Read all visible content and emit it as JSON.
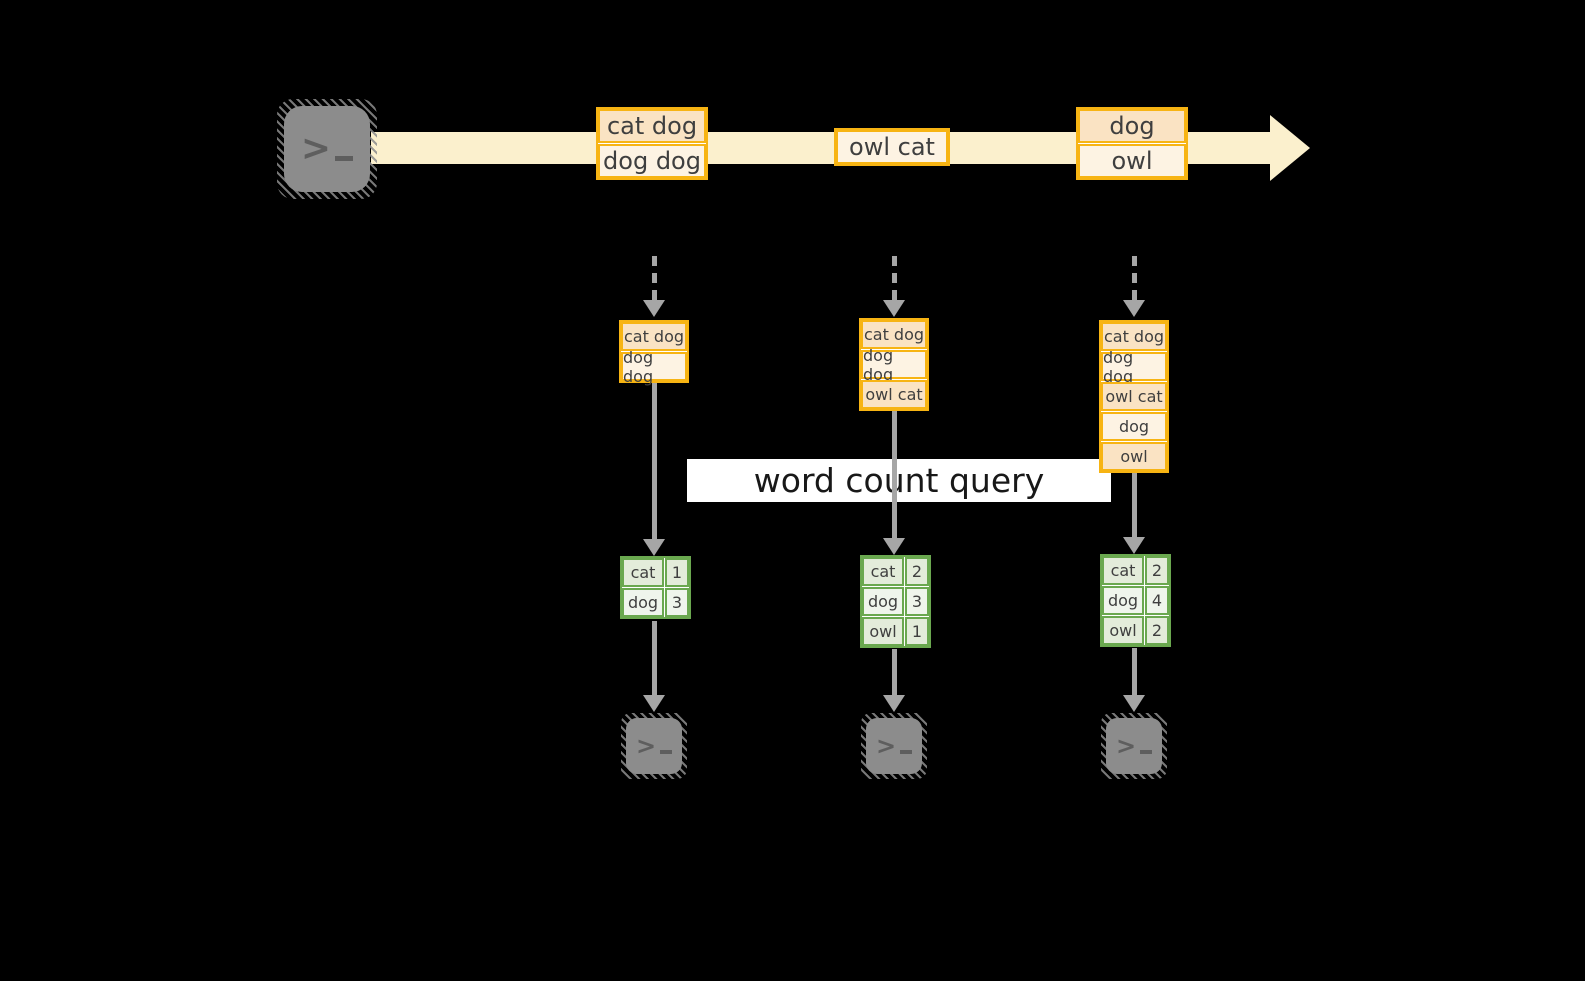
{
  "label": {
    "text": "word count query"
  },
  "stream": {
    "events": [
      {
        "cells": [
          "cat dog",
          "dog dog"
        ]
      },
      {
        "cells": [
          "owl cat"
        ]
      },
      {
        "cells": [
          "dog",
          "owl"
        ]
      }
    ]
  },
  "columns": [
    {
      "buffer": [
        "cat dog",
        "dog dog"
      ],
      "counts": [
        {
          "word": "cat",
          "count": "1"
        },
        {
          "word": "dog",
          "count": "3"
        }
      ]
    },
    {
      "buffer": [
        "cat dog",
        "dog dog",
        "owl cat"
      ],
      "counts": [
        {
          "word": "cat",
          "count": "2"
        },
        {
          "word": "dog",
          "count": "3"
        },
        {
          "word": "owl",
          "count": "1"
        }
      ]
    },
    {
      "buffer": [
        "cat dog",
        "dog dog",
        "owl cat",
        "dog",
        "owl"
      ],
      "counts": [
        {
          "word": "cat",
          "count": "2"
        },
        {
          "word": "dog",
          "count": "4"
        },
        {
          "word": "owl",
          "count": "2"
        }
      ]
    }
  ],
  "icons": {
    "source": "terminal-icon",
    "sinks": [
      "terminal-icon",
      "terminal-icon",
      "terminal-icon"
    ]
  },
  "colors": {
    "background": "#000000",
    "stream_band": "#fbf0cd",
    "event_border": "#f7b413",
    "event_fill_dark": "#fae3c3",
    "event_fill_light": "#fdf3e3",
    "table_border": "#6aa84f",
    "table_fill_dark": "#e3ecda",
    "table_fill_light": "#eff5ec",
    "arrow_gray": "#a6a6a6",
    "terminal_gray": "#8c8c8c",
    "label_bg": "#ffffff"
  }
}
